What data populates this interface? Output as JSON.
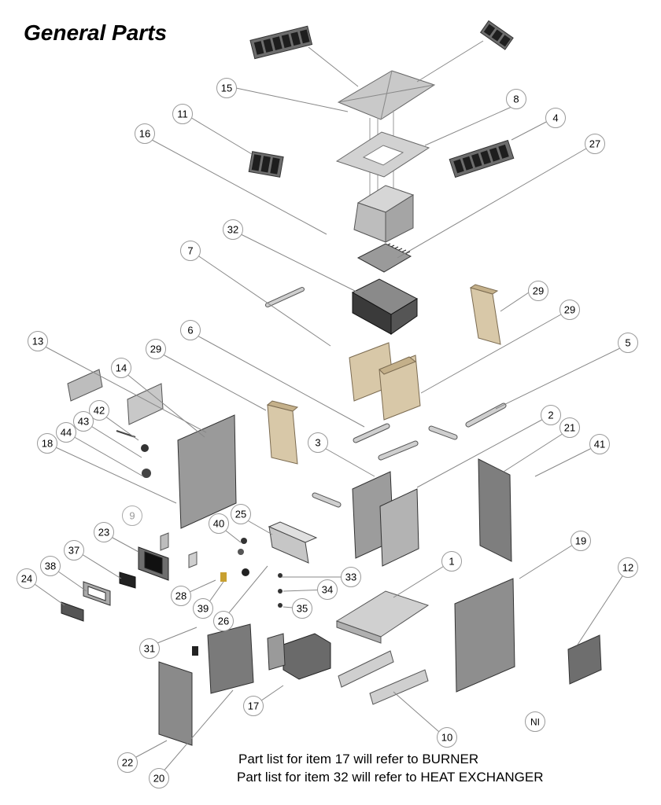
{
  "title": "General Parts",
  "notes": [
    "Part list for item 17 will refer to BURNER",
    "Part list for item 32 will refer to HEAT EXCHANGER"
  ],
  "callouts": [
    "1",
    "2",
    "3",
    "4",
    "5",
    "6",
    "7",
    "8",
    "9",
    "10",
    "11",
    "12",
    "13",
    "14",
    "15",
    "16",
    "17",
    "18",
    "19",
    "20",
    "21",
    "22",
    "23",
    "24",
    "25",
    "26",
    "27",
    "28",
    "29",
    "29",
    "29",
    "31",
    "32",
    "33",
    "34",
    "35",
    "37",
    "38",
    "39",
    "40",
    "41",
    "42",
    "43",
    "44",
    "NI"
  ],
  "colors": {
    "metal": "#8c8c8c",
    "metal_light": "#d9d9d9",
    "metal_dark": "#3a3a3a",
    "insulation": "#d8c8a8",
    "leader": "#888888"
  }
}
